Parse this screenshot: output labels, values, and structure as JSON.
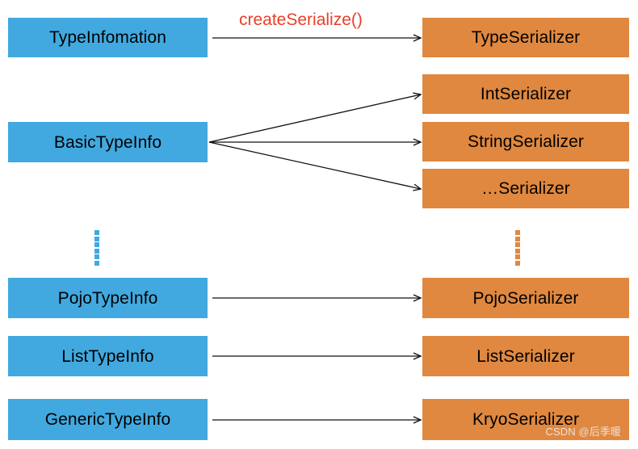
{
  "diagram": {
    "title": "Flink TypeInformation to TypeSerializer mapping",
    "colors": {
      "type_box": "#41A9E0",
      "serializer_box": "#E0883F",
      "edge_label": "#E8402A",
      "arrow": "#000000",
      "background": "#ffffff",
      "text": "#000000",
      "watermark": "#e9e9e9"
    },
    "edge_label": "createSerialize()",
    "type_nodes": [
      {
        "id": "type-information",
        "label": "TypeInfomation"
      },
      {
        "id": "basic-type-info",
        "label": "BasicTypeInfo"
      },
      {
        "id": "pojo-type-info",
        "label": "PojoTypeInfo"
      },
      {
        "id": "list-type-info",
        "label": "ListTypeInfo"
      },
      {
        "id": "generic-type-info",
        "label": "GenericTypeInfo"
      }
    ],
    "serializer_nodes": [
      {
        "id": "type-serializer",
        "label": "TypeSerializer"
      },
      {
        "id": "int-serializer",
        "label": "IntSerializer"
      },
      {
        "id": "string-serializer",
        "label": "StringSerializer"
      },
      {
        "id": "ellipsis-serializer",
        "label": "…Serializer"
      },
      {
        "id": "pojo-serializer",
        "label": "PojoSerializer"
      },
      {
        "id": "list-serializer",
        "label": "ListSerializer"
      },
      {
        "id": "kryo-serializer",
        "label": "KryoSerializer"
      }
    ],
    "ellipsis": {
      "left_dot_count": 6,
      "right_dot_count": 6
    },
    "watermark": "CSDN @后季暖"
  }
}
